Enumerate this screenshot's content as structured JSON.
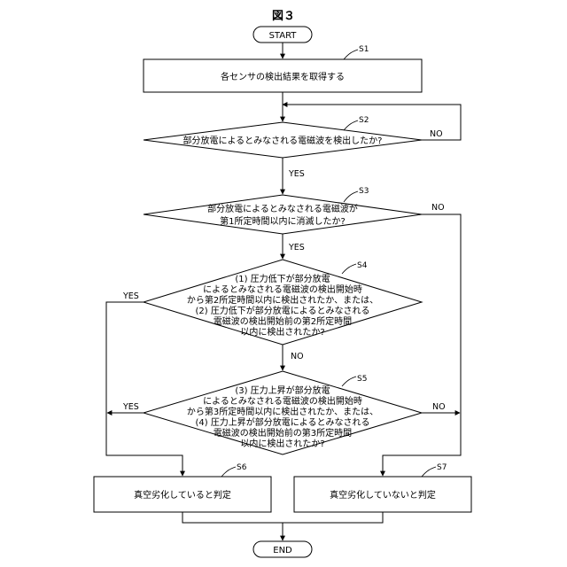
{
  "figure": {
    "title": "図３"
  },
  "start": {
    "label": "START"
  },
  "end": {
    "label": "END"
  },
  "s1": {
    "step": "S1",
    "text": "各センサの検出結果を取得する"
  },
  "s2": {
    "step": "S2",
    "lines": [
      "部分放電によるとみなされる電磁波を検出したか?"
    ],
    "no": "NO",
    "yes": "YES"
  },
  "s3": {
    "step": "S3",
    "lines": [
      "部分放電によるとみなされる電磁波が",
      "第1所定時間以内に消滅したか?"
    ],
    "no": "NO",
    "yes": "YES"
  },
  "s4": {
    "step": "S4",
    "lines": [
      "(1) 圧力低下が部分放電",
      "によるとみなされる電磁波の検出開始時",
      "から第2所定時間以内に検出されたか、または、",
      "(2) 圧力低下が部分放電によるとみなされる",
      "電磁波の検出開始前の第2所定時間",
      "以内に検出されたか?"
    ],
    "yes": "YES",
    "no": "NO"
  },
  "s5": {
    "step": "S5",
    "lines": [
      "(3) 圧力上昇が部分放電",
      "によるとみなされる電磁波の検出開始時",
      "から第3所定時間以内に検出されたか、または、",
      "(4) 圧力上昇が部分放電によるとみなされる",
      "電磁波の検出開始前の第3所定時間",
      "以内に検出されたか?"
    ],
    "yes": "YES",
    "no": "NO"
  },
  "s6": {
    "step": "S6",
    "text": "真空劣化していると判定"
  },
  "s7": {
    "step": "S7",
    "text": "真空劣化していないと判定"
  }
}
